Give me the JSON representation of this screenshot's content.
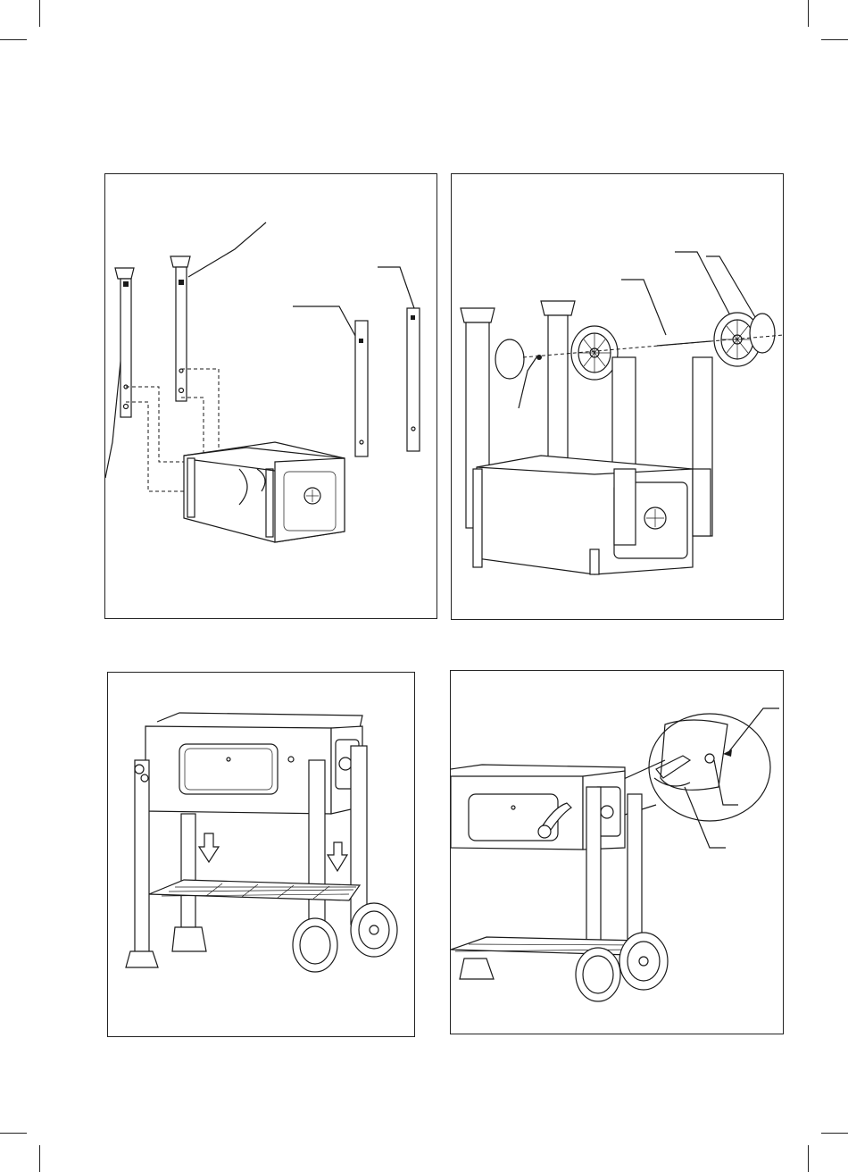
{
  "document": {
    "panels": [
      {
        "id": "step-1",
        "caption": ""
      },
      {
        "id": "step-2",
        "caption": ""
      },
      {
        "id": "step-3",
        "caption": ""
      },
      {
        "id": "step-4",
        "caption": ""
      }
    ]
  },
  "colors": {
    "line": "#1a1a1a",
    "background": "#ffffff"
  }
}
